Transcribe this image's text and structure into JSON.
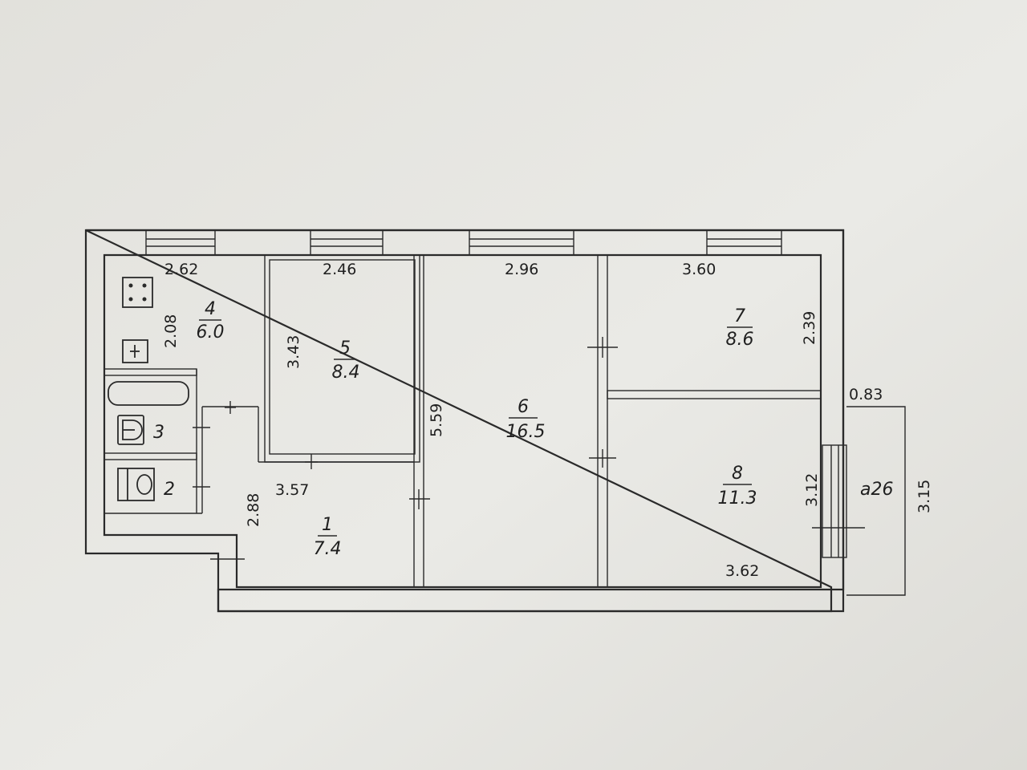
{
  "rooms": [
    {
      "id": "1",
      "number": "1",
      "area": "7.4"
    },
    {
      "id": "2",
      "number": "2"
    },
    {
      "id": "3",
      "number": "3"
    },
    {
      "id": "4",
      "number": "4",
      "area": "6.0"
    },
    {
      "id": "5",
      "number": "5",
      "area": "8.4"
    },
    {
      "id": "6",
      "number": "6",
      "area": "16.5"
    },
    {
      "id": "7",
      "number": "7",
      "area": "8.6"
    },
    {
      "id": "8",
      "number": "8",
      "area": "11.3"
    },
    {
      "id": "balcony",
      "number": "a26"
    }
  ],
  "dimensions": {
    "room4_width": "2.62",
    "room4_depth": "2.08",
    "room5_width": "2.46",
    "room5_depth": "3.43",
    "room6_width": "2.96",
    "room6_depth": "5.59",
    "room7_width": "3.60",
    "room7_depth": "2.39",
    "room8_depth": "3.12",
    "room8_width": "3.62",
    "hall_width": "3.57",
    "hall_depth": "2.88",
    "balcony_width": "0.83",
    "balcony_length": "3.15"
  }
}
